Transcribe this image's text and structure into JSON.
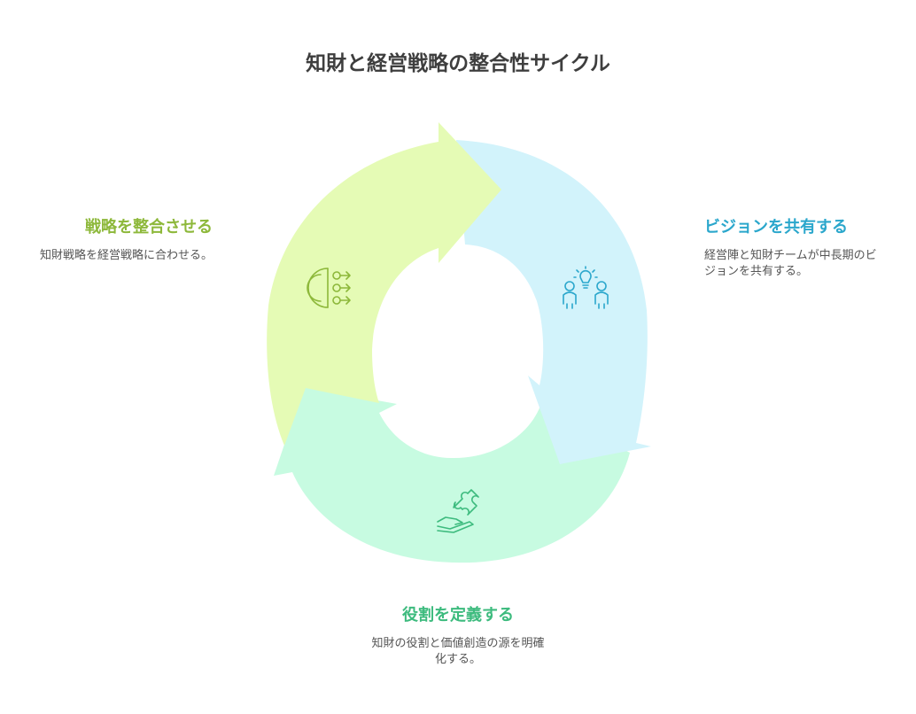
{
  "title": "知財と経営戦略の整合性サイクル",
  "colors": {
    "strategy_fill": "#E5FBB5",
    "strategy_text": "#8DB83A",
    "vision_fill": "#D2F3FB",
    "vision_text": "#2BA7CC",
    "roles_fill": "#C7FBE1",
    "roles_text": "#3DBB7E"
  },
  "steps": {
    "strategy": {
      "title": "戦略を整合させる",
      "desc": "知財戦略を経営戦略に合わせる。",
      "icon": "strategy-branch-icon"
    },
    "vision": {
      "title": "ビジョンを共有する",
      "desc": "経営陣と知財チームが中長期のビジョンを共有する。",
      "icon": "people-idea-icon"
    },
    "roles": {
      "title": "役割を定義する",
      "desc": "知財の役割と価値創造の源を明確化する。",
      "icon": "puzzle-hand-icon"
    }
  }
}
